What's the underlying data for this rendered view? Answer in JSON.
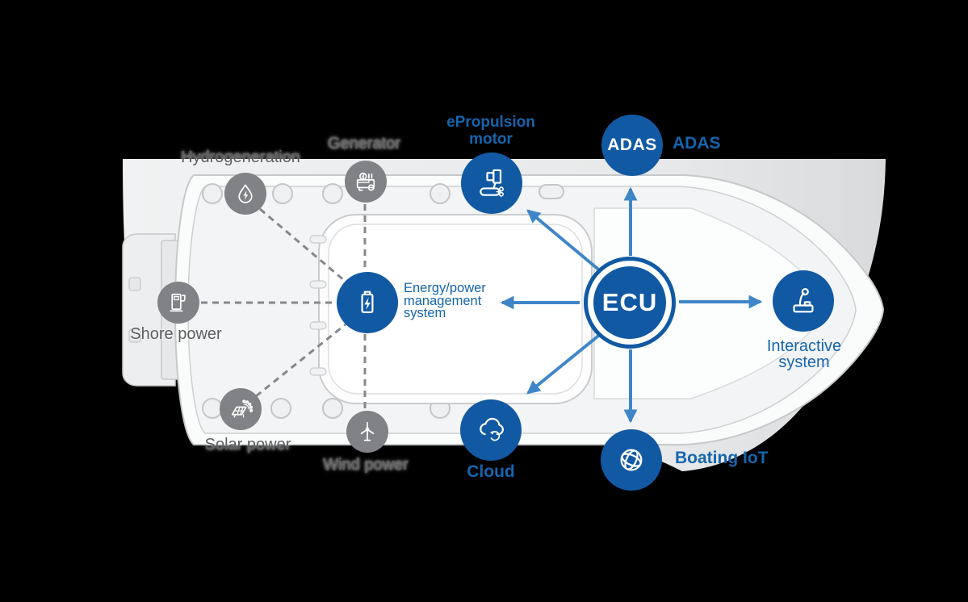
{
  "title": "Boat ECU system architecture diagram",
  "colors": {
    "node_blue": "#1159a3",
    "arrow_blue": "#3f86c8",
    "label_blue": "#1565ae",
    "node_gray": "#808285",
    "label_gray": "#5d5e60",
    "boat_light_gray": "#e9ebec",
    "background": "#000000"
  },
  "ecu": {
    "label": "ECU"
  },
  "systems": {
    "energy_management": {
      "label": "Energy/power\nmanagement\nsystem",
      "icon": "battery-icon"
    },
    "epropulsion_motor": {
      "label": "ePropulsion\nmotor",
      "icon": "outboard-motor-icon"
    },
    "adas": {
      "circle_label": "ADAS",
      "label": "ADAS"
    },
    "interactive_system": {
      "label": "Interactive\nsystem",
      "icon": "throttle-joystick-icon"
    },
    "boating_iot": {
      "label": "Boating IoT",
      "icon": "globe-icon"
    },
    "cloud": {
      "label": "Cloud",
      "icon": "cloud-sync-icon"
    }
  },
  "sources": {
    "hydrogeneration": {
      "label": "Hydrogeneration",
      "icon": "water-drop-energy-icon"
    },
    "generator": {
      "label": "Generator",
      "icon": "generator-icon"
    },
    "shore_power": {
      "label": "Shore power",
      "icon": "charging-station-icon"
    },
    "solar_power": {
      "label": "Solar power",
      "icon": "solar-panel-icon"
    },
    "wind_power": {
      "label": "Wind power",
      "icon": "wind-turbine-icon"
    }
  }
}
